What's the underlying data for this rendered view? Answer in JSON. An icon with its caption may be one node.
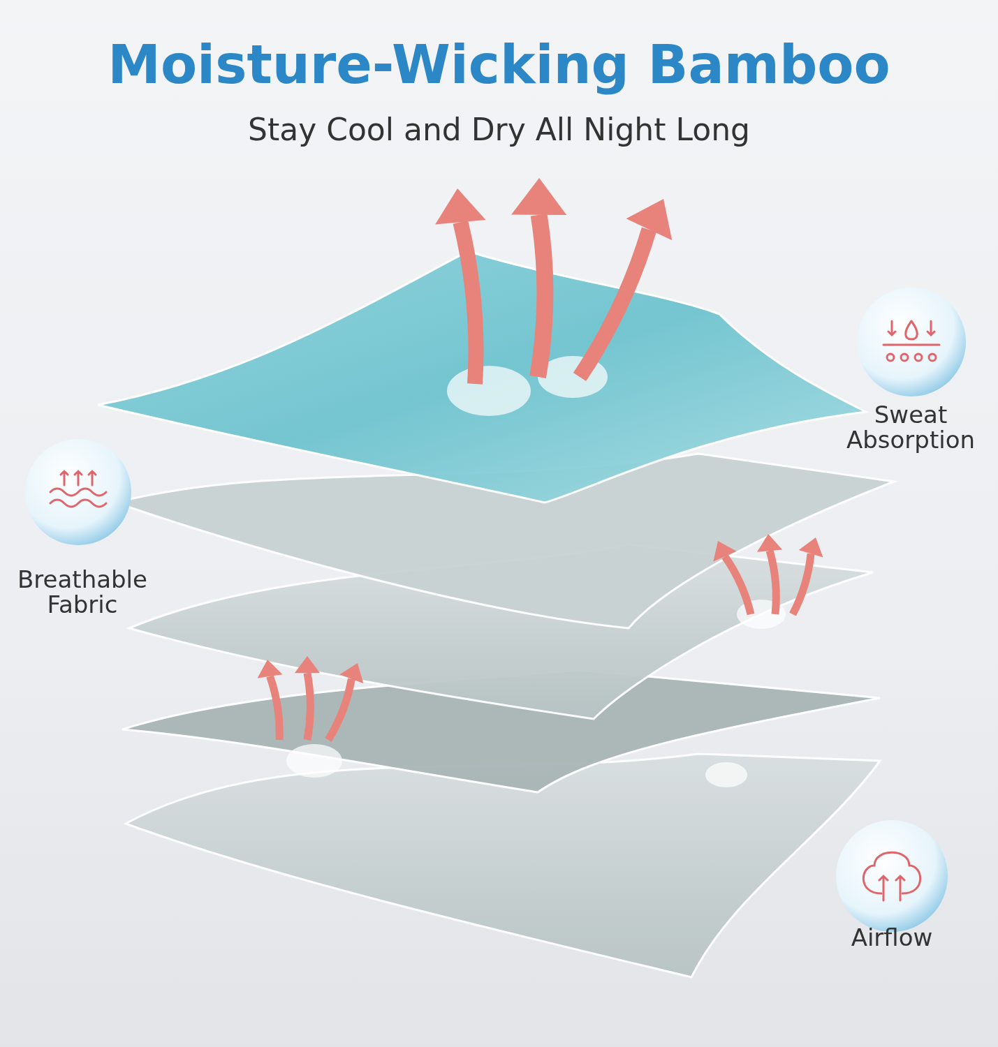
{
  "diagram": {
    "title": "Moisture-Wicking Bamboo",
    "labels": [
      "Stay Cool and Dry All Night Long",
      "Sweat Absorption",
      "Breathable Fabric",
      "Airflow"
    ]
  }
}
